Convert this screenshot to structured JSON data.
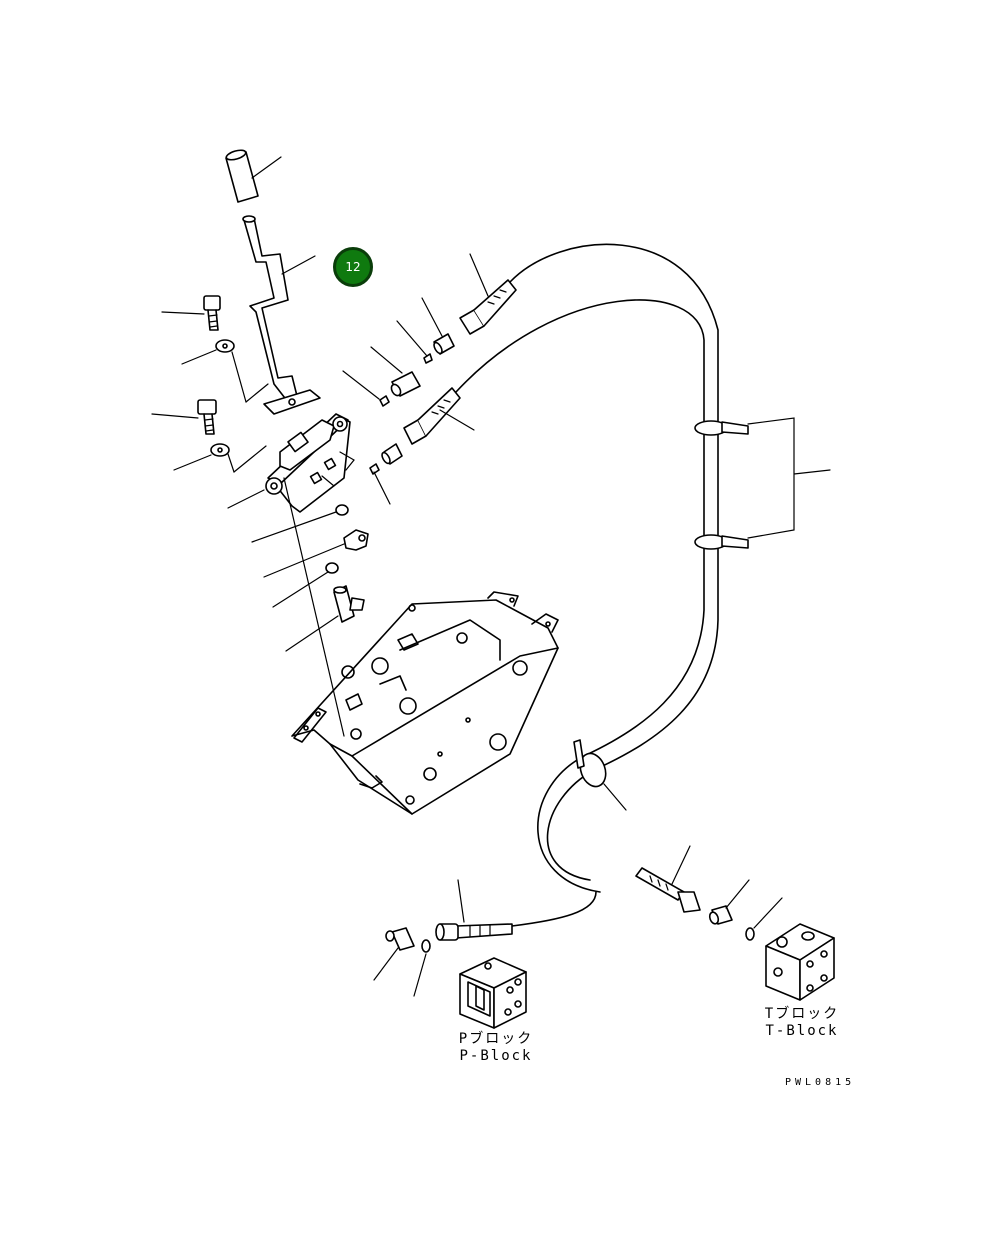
{
  "callout": {
    "number": "12"
  },
  "blocks": {
    "p_block": {
      "jp": "Pブロック",
      "en": "P-Block"
    },
    "t_block": {
      "jp": "Tブロック",
      "en": "T-Block"
    }
  },
  "drawing_code": "PWL0815"
}
